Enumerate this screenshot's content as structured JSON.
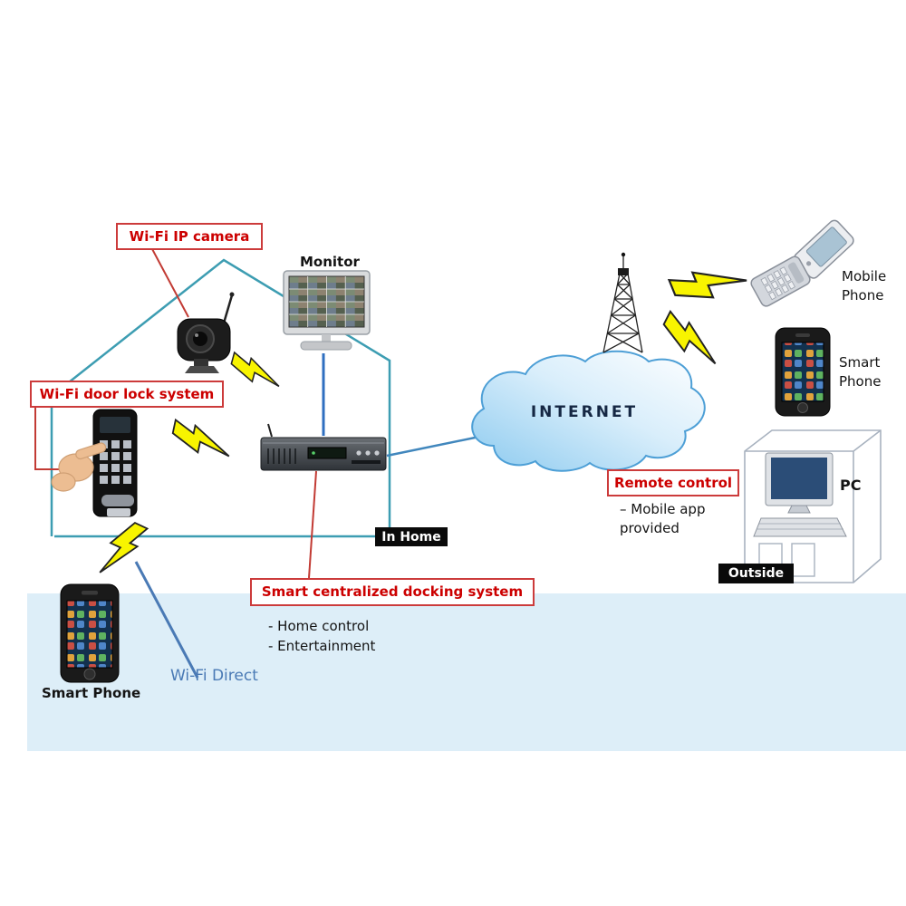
{
  "home": {
    "camera_label": "Wi-Fi IP camera",
    "monitor_label": "Monitor",
    "door_lock_label": "Wi-Fi door lock system",
    "in_home_badge": "In Home",
    "docking_label": "Smart centralized docking system",
    "docking_points": [
      "- Home control",
      "- Entertainment"
    ],
    "wifi_direct_label": "Wi-Fi Direct",
    "smartphone_label": "Smart Phone"
  },
  "internet": {
    "label": "INTERNET"
  },
  "outside": {
    "mobile_phone_label": "Mobile Phone",
    "smartphone_label": "Smart Phone",
    "remote_control_label": "Remote control",
    "remote_control_note": "– Mobile app provided",
    "pc_label": "PC",
    "outside_badge": "Outside"
  },
  "colors": {
    "label_red": "#cc0000",
    "box_border_red": "#cc3b3b",
    "house_teal": "#3d9db2",
    "cable_blue": "#2f6fc0",
    "wifi_direct_blue": "#4a7ab5",
    "bolt_yellow": "#f8f400",
    "cloud_fill": "#9fd4f3",
    "cloud_border": "#4d9fd6",
    "background_band_blue": "#ddeef8",
    "badge_black": "#0a0a0a"
  }
}
